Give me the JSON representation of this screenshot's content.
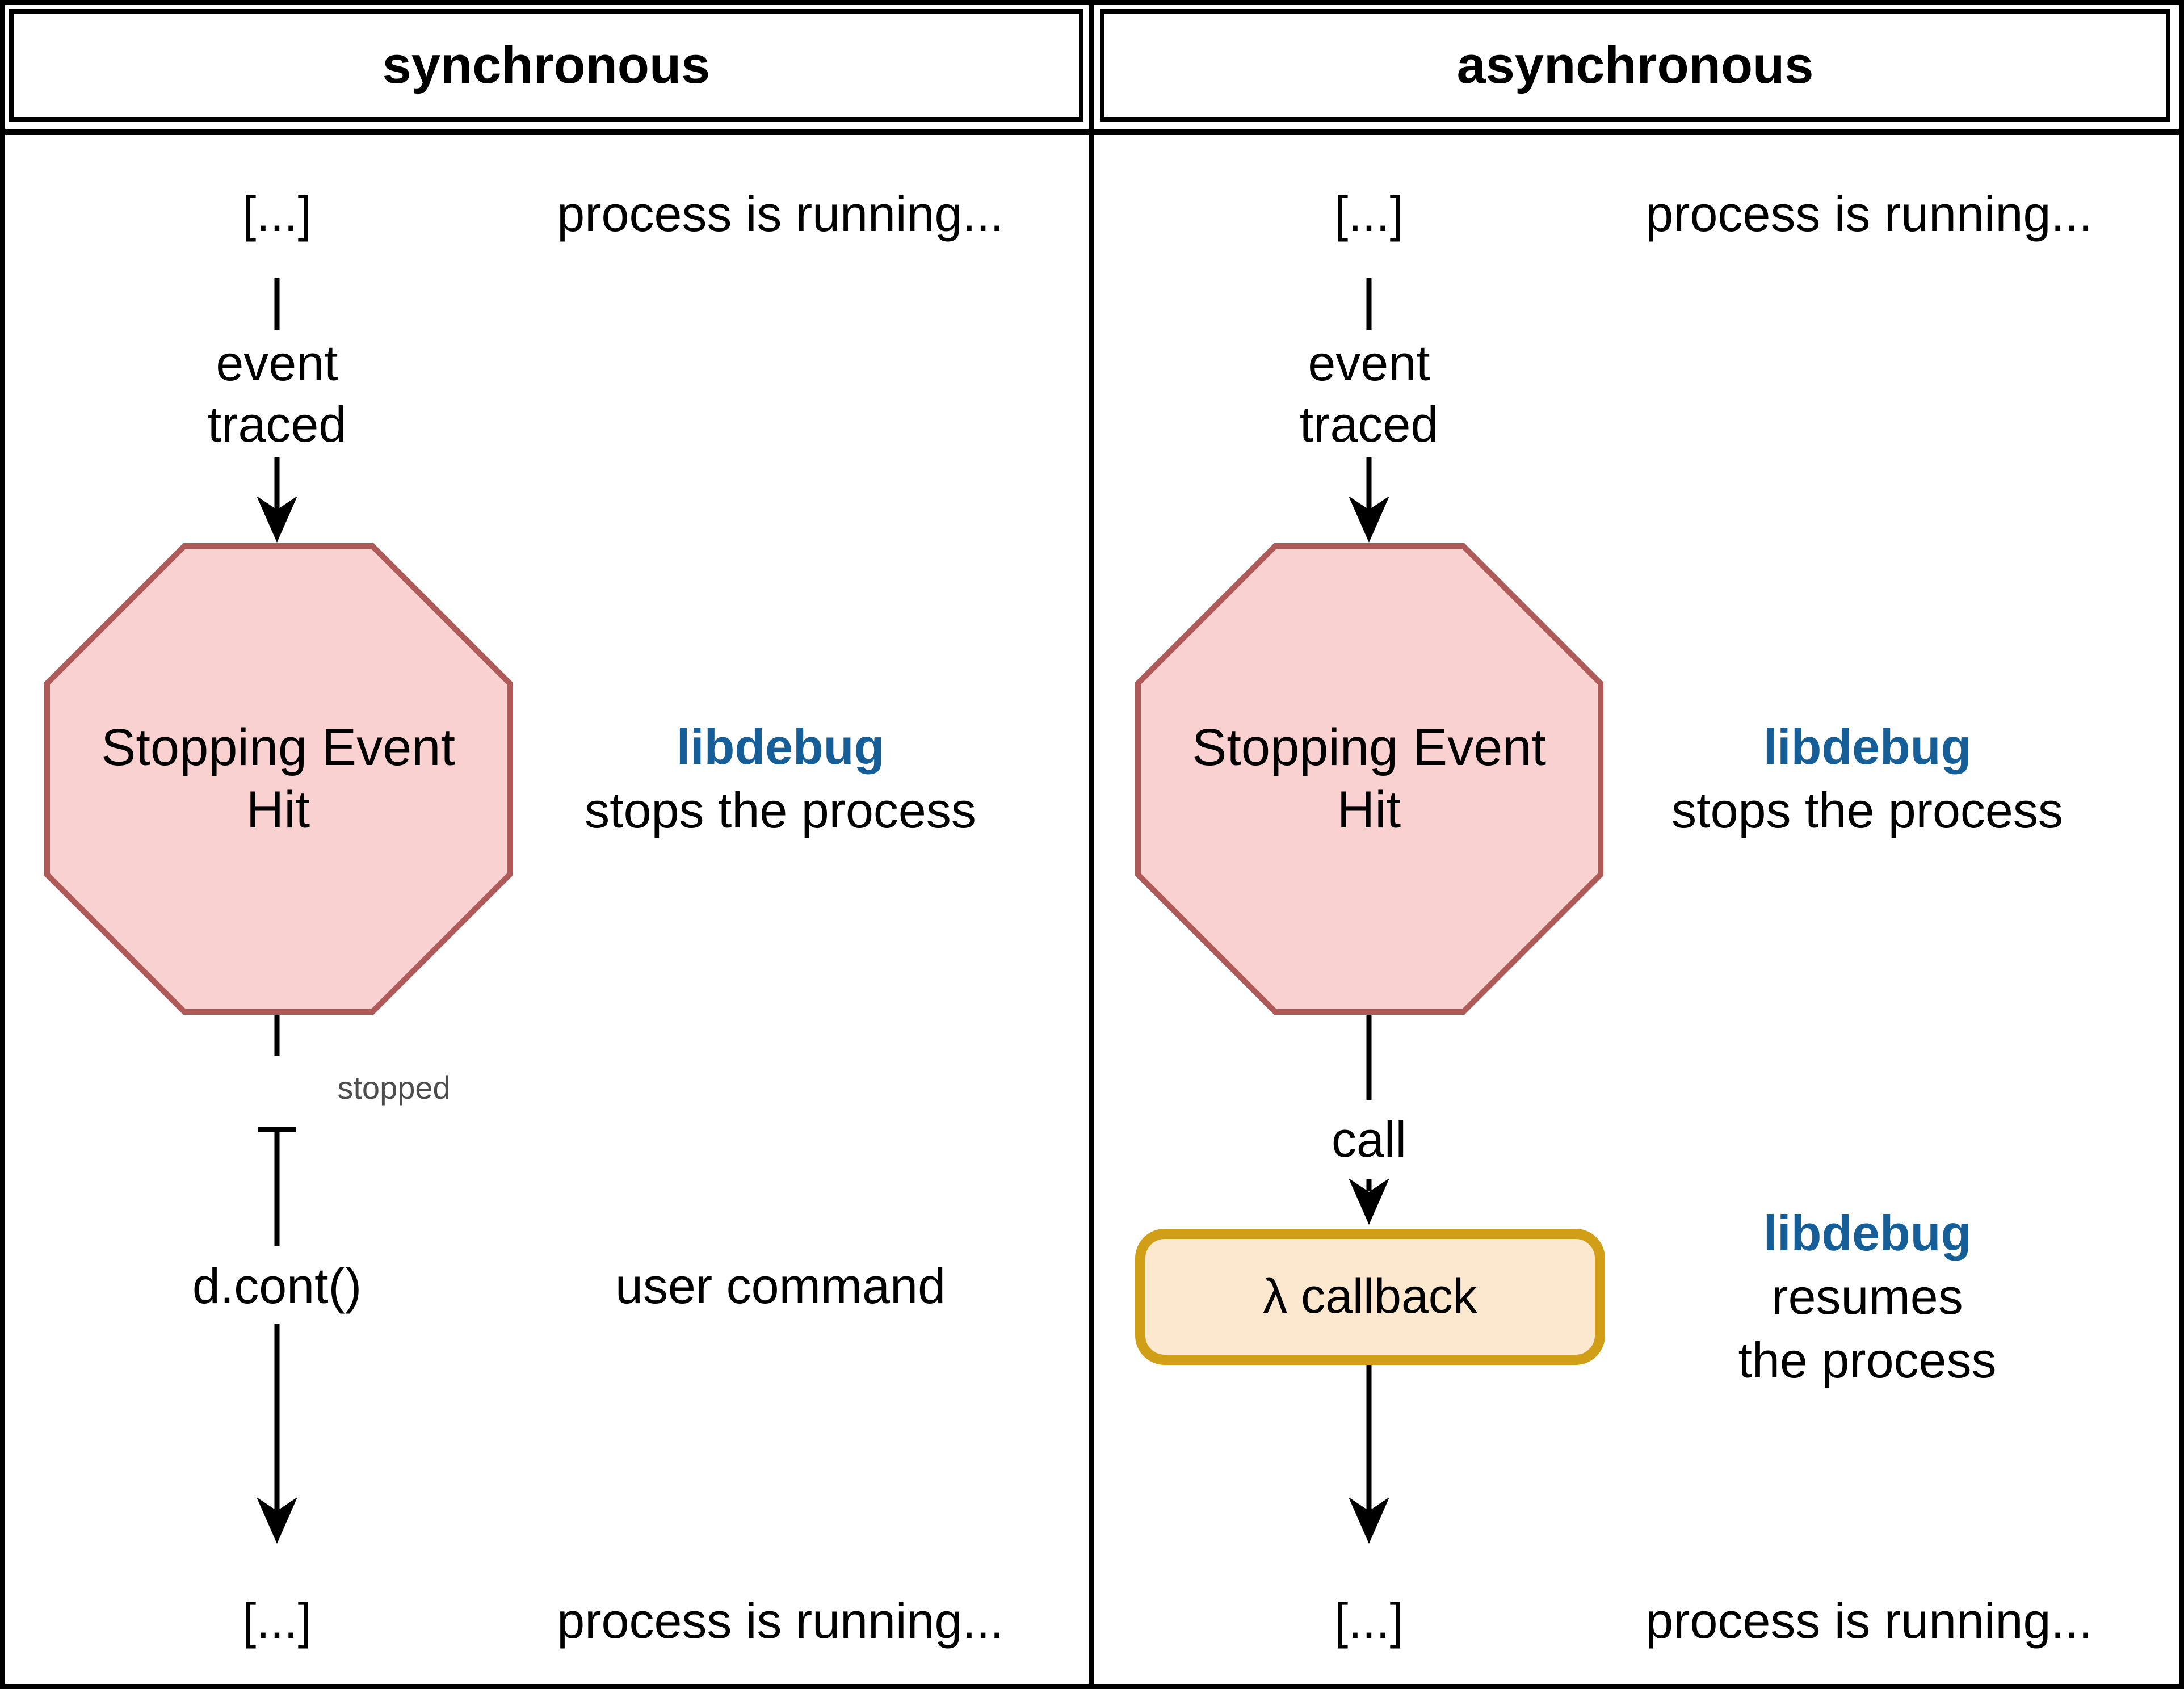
{
  "colors": {
    "brand_blue": "#155e97",
    "stop_node_fill": "#fad1d1",
    "stop_node_stroke": "#ad5a58",
    "callback_node_fill": "#fce8cf",
    "callback_node_stroke": "#d19e17",
    "stopped_label_gray": "#4d4d4d",
    "line_black": "#000000"
  },
  "panels": [
    {
      "title": "synchronous",
      "top": {
        "marker": "[...]",
        "status": "process is running..."
      },
      "edge1": {
        "line1": "event",
        "line2": "traced"
      },
      "stop_node": {
        "line1": "Stopping Event",
        "line2": "Hit"
      },
      "stop_note": {
        "brand": "libdebug",
        "text": "stops the process"
      },
      "stopped_label": "stopped",
      "command": {
        "label": "d.cont()",
        "note": "user command"
      },
      "bottom": {
        "marker": "[...]",
        "status": "process is running..."
      }
    },
    {
      "title": "asynchronous",
      "top": {
        "marker": "[...]",
        "status": "process is running..."
      },
      "edge1": {
        "line1": "event",
        "line2": "traced"
      },
      "stop_node": {
        "line1": "Stopping Event",
        "line2": "Hit"
      },
      "stop_note": {
        "brand": "libdebug",
        "text": "stops the process"
      },
      "call_label": "call",
      "callback_node": {
        "label": "λ callback"
      },
      "callback_note": {
        "brand": "libdebug",
        "line1": "resumes",
        "line2": "the process"
      },
      "bottom": {
        "marker": "[...]",
        "status": "process is running..."
      }
    }
  ]
}
